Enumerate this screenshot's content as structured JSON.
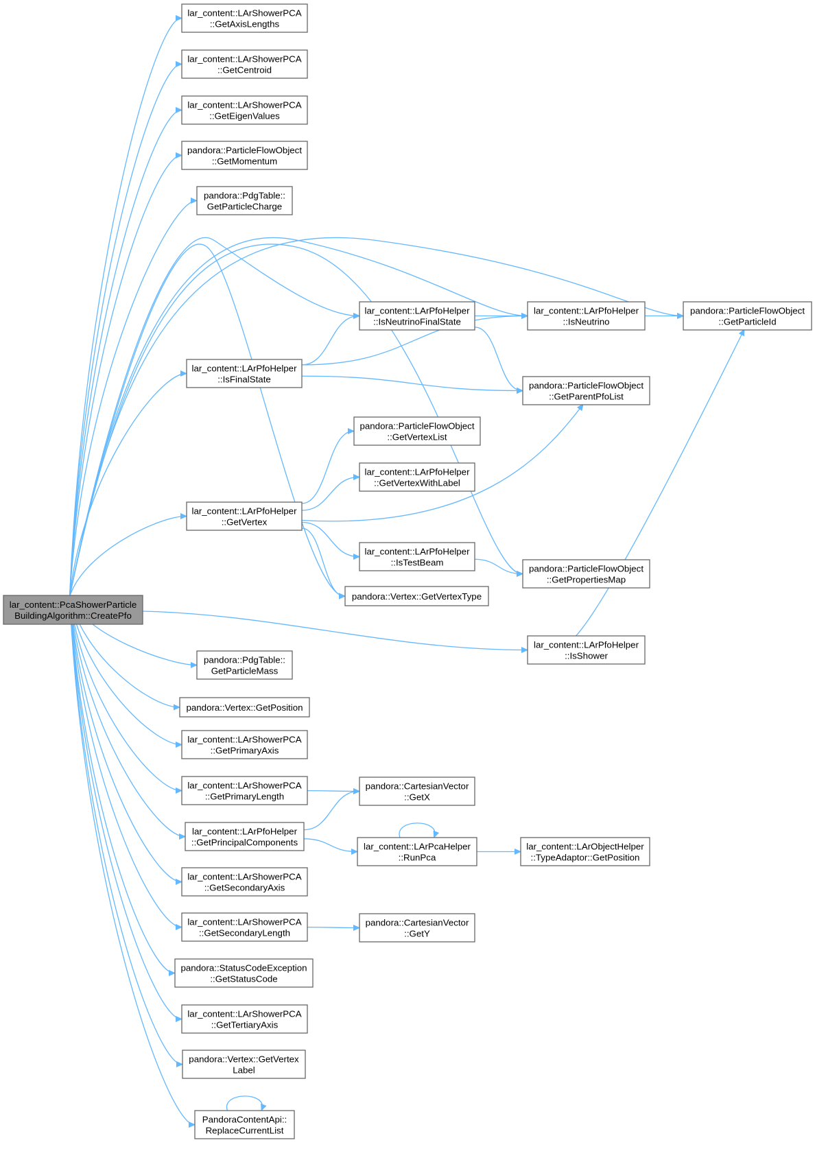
{
  "graph": {
    "root": "n_create",
    "nodes": [
      {
        "id": "n_create",
        "lines": [
          "lar_content::PcaShowerParticle",
          "BuildingAlgorithm::CreatePfo"
        ],
        "root": true
      },
      {
        "id": "n_axislen",
        "lines": [
          "lar_content::LArShowerPCA",
          "::GetAxisLengths"
        ]
      },
      {
        "id": "n_centroid",
        "lines": [
          "lar_content::LArShowerPCA",
          "::GetCentroid"
        ]
      },
      {
        "id": "n_eigen",
        "lines": [
          "lar_content::LArShowerPCA",
          "::GetEigenValues"
        ]
      },
      {
        "id": "n_momentum",
        "lines": [
          "pandora::ParticleFlowObject",
          "::GetMomentum"
        ]
      },
      {
        "id": "n_charge",
        "lines": [
          "pandora::PdgTable::",
          "GetParticleCharge"
        ]
      },
      {
        "id": "n_isneufs",
        "lines": [
          "lar_content::LArPfoHelper",
          "::IsNeutrinoFinalState"
        ]
      },
      {
        "id": "n_isneutrino",
        "lines": [
          "lar_content::LArPfoHelper",
          "::IsNeutrino"
        ]
      },
      {
        "id": "n_particleid",
        "lines": [
          "pandora::ParticleFlowObject",
          "::GetParticleId"
        ]
      },
      {
        "id": "n_isfinal",
        "lines": [
          "lar_content::LArPfoHelper",
          "::IsFinalState"
        ]
      },
      {
        "id": "n_parentpfo",
        "lines": [
          "pandora::ParticleFlowObject",
          "::GetParentPfoList"
        ]
      },
      {
        "id": "n_vertexlist",
        "lines": [
          "pandora::ParticleFlowObject",
          "::GetVertexList"
        ]
      },
      {
        "id": "n_vwithlabel",
        "lines": [
          "lar_content::LArPfoHelper",
          "::GetVertexWithLabel"
        ]
      },
      {
        "id": "n_getvertex",
        "lines": [
          "lar_content::LArPfoHelper",
          "::GetVertex"
        ]
      },
      {
        "id": "n_istestbeam",
        "lines": [
          "lar_content::LArPfoHelper",
          "::IsTestBeam"
        ]
      },
      {
        "id": "n_propmap",
        "lines": [
          "pandora::ParticleFlowObject",
          "::GetPropertiesMap"
        ]
      },
      {
        "id": "n_vtype",
        "lines": [
          "pandora::Vertex::GetVertexType"
        ]
      },
      {
        "id": "n_isshower",
        "lines": [
          "lar_content::LArPfoHelper",
          "::IsShower"
        ]
      },
      {
        "id": "n_mass",
        "lines": [
          "pandora::PdgTable::",
          "GetParticleMass"
        ]
      },
      {
        "id": "n_position",
        "lines": [
          "pandora::Vertex::GetPosition"
        ]
      },
      {
        "id": "n_primaxis",
        "lines": [
          "lar_content::LArShowerPCA",
          "::GetPrimaryAxis"
        ]
      },
      {
        "id": "n_primlen",
        "lines": [
          "lar_content::LArShowerPCA",
          "::GetPrimaryLength"
        ]
      },
      {
        "id": "n_cartx",
        "lines": [
          "pandora::CartesianVector",
          "::GetX"
        ]
      },
      {
        "id": "n_principal",
        "lines": [
          "lar_content::LArPfoHelper",
          "::GetPrincipalComponents"
        ]
      },
      {
        "id": "n_runpca",
        "lines": [
          "lar_content::LArPcaHelper",
          "::RunPca"
        ]
      },
      {
        "id": "n_typeadaptor",
        "lines": [
          "lar_content::LArObjectHelper",
          "::TypeAdaptor::GetPosition"
        ]
      },
      {
        "id": "n_secaxis",
        "lines": [
          "lar_content::LArShowerPCA",
          "::GetSecondaryAxis"
        ]
      },
      {
        "id": "n_seclen",
        "lines": [
          "lar_content::LArShowerPCA",
          "::GetSecondaryLength"
        ]
      },
      {
        "id": "n_carty",
        "lines": [
          "pandora::CartesianVector",
          "::GetY"
        ]
      },
      {
        "id": "n_statuscode",
        "lines": [
          "pandora::StatusCodeException",
          "::GetStatusCode"
        ]
      },
      {
        "id": "n_tertaxis",
        "lines": [
          "lar_content::LArShowerPCA",
          "::GetTertiaryAxis"
        ]
      },
      {
        "id": "n_vlabel",
        "lines": [
          "pandora::Vertex::GetVertex",
          "Label"
        ]
      },
      {
        "id": "n_replace",
        "lines": [
          "PandoraContentApi::",
          "ReplaceCurrentList"
        ]
      }
    ],
    "edges": [
      [
        "n_create",
        "n_axislen"
      ],
      [
        "n_create",
        "n_centroid"
      ],
      [
        "n_create",
        "n_eigen"
      ],
      [
        "n_create",
        "n_momentum"
      ],
      [
        "n_create",
        "n_charge"
      ],
      [
        "n_create",
        "n_particleid"
      ],
      [
        "n_create",
        "n_isneutrino"
      ],
      [
        "n_create",
        "n_isneufs"
      ],
      [
        "n_create",
        "n_isfinal"
      ],
      [
        "n_create",
        "n_getvertex"
      ],
      [
        "n_create",
        "n_vtype"
      ],
      [
        "n_create",
        "n_propmap"
      ],
      [
        "n_create",
        "n_isshower"
      ],
      [
        "n_create",
        "n_mass"
      ],
      [
        "n_create",
        "n_position"
      ],
      [
        "n_create",
        "n_primaxis"
      ],
      [
        "n_create",
        "n_primlen"
      ],
      [
        "n_create",
        "n_principal"
      ],
      [
        "n_create",
        "n_secaxis"
      ],
      [
        "n_create",
        "n_seclen"
      ],
      [
        "n_create",
        "n_statuscode"
      ],
      [
        "n_create",
        "n_tertaxis"
      ],
      [
        "n_create",
        "n_vlabel"
      ],
      [
        "n_create",
        "n_replace"
      ],
      [
        "n_isneufs",
        "n_isneutrino"
      ],
      [
        "n_isneufs",
        "n_parentpfo"
      ],
      [
        "n_isneutrino",
        "n_particleid"
      ],
      [
        "n_isfinal",
        "n_isneufs"
      ],
      [
        "n_isfinal",
        "n_isneutrino"
      ],
      [
        "n_isfinal",
        "n_parentpfo"
      ],
      [
        "n_getvertex",
        "n_vertexlist"
      ],
      [
        "n_getvertex",
        "n_vwithlabel"
      ],
      [
        "n_getvertex",
        "n_parentpfo"
      ],
      [
        "n_getvertex",
        "n_istestbeam"
      ],
      [
        "n_getvertex",
        "n_vtype"
      ],
      [
        "n_istestbeam",
        "n_propmap"
      ],
      [
        "n_isshower",
        "n_particleid"
      ],
      [
        "n_primlen",
        "n_cartx"
      ],
      [
        "n_principal",
        "n_cartx"
      ],
      [
        "n_principal",
        "n_runpca"
      ],
      [
        "n_runpca",
        "n_runpca"
      ],
      [
        "n_runpca",
        "n_typeadaptor"
      ],
      [
        "n_seclen",
        "n_carty"
      ],
      [
        "n_replace",
        "n_replace"
      ]
    ]
  }
}
